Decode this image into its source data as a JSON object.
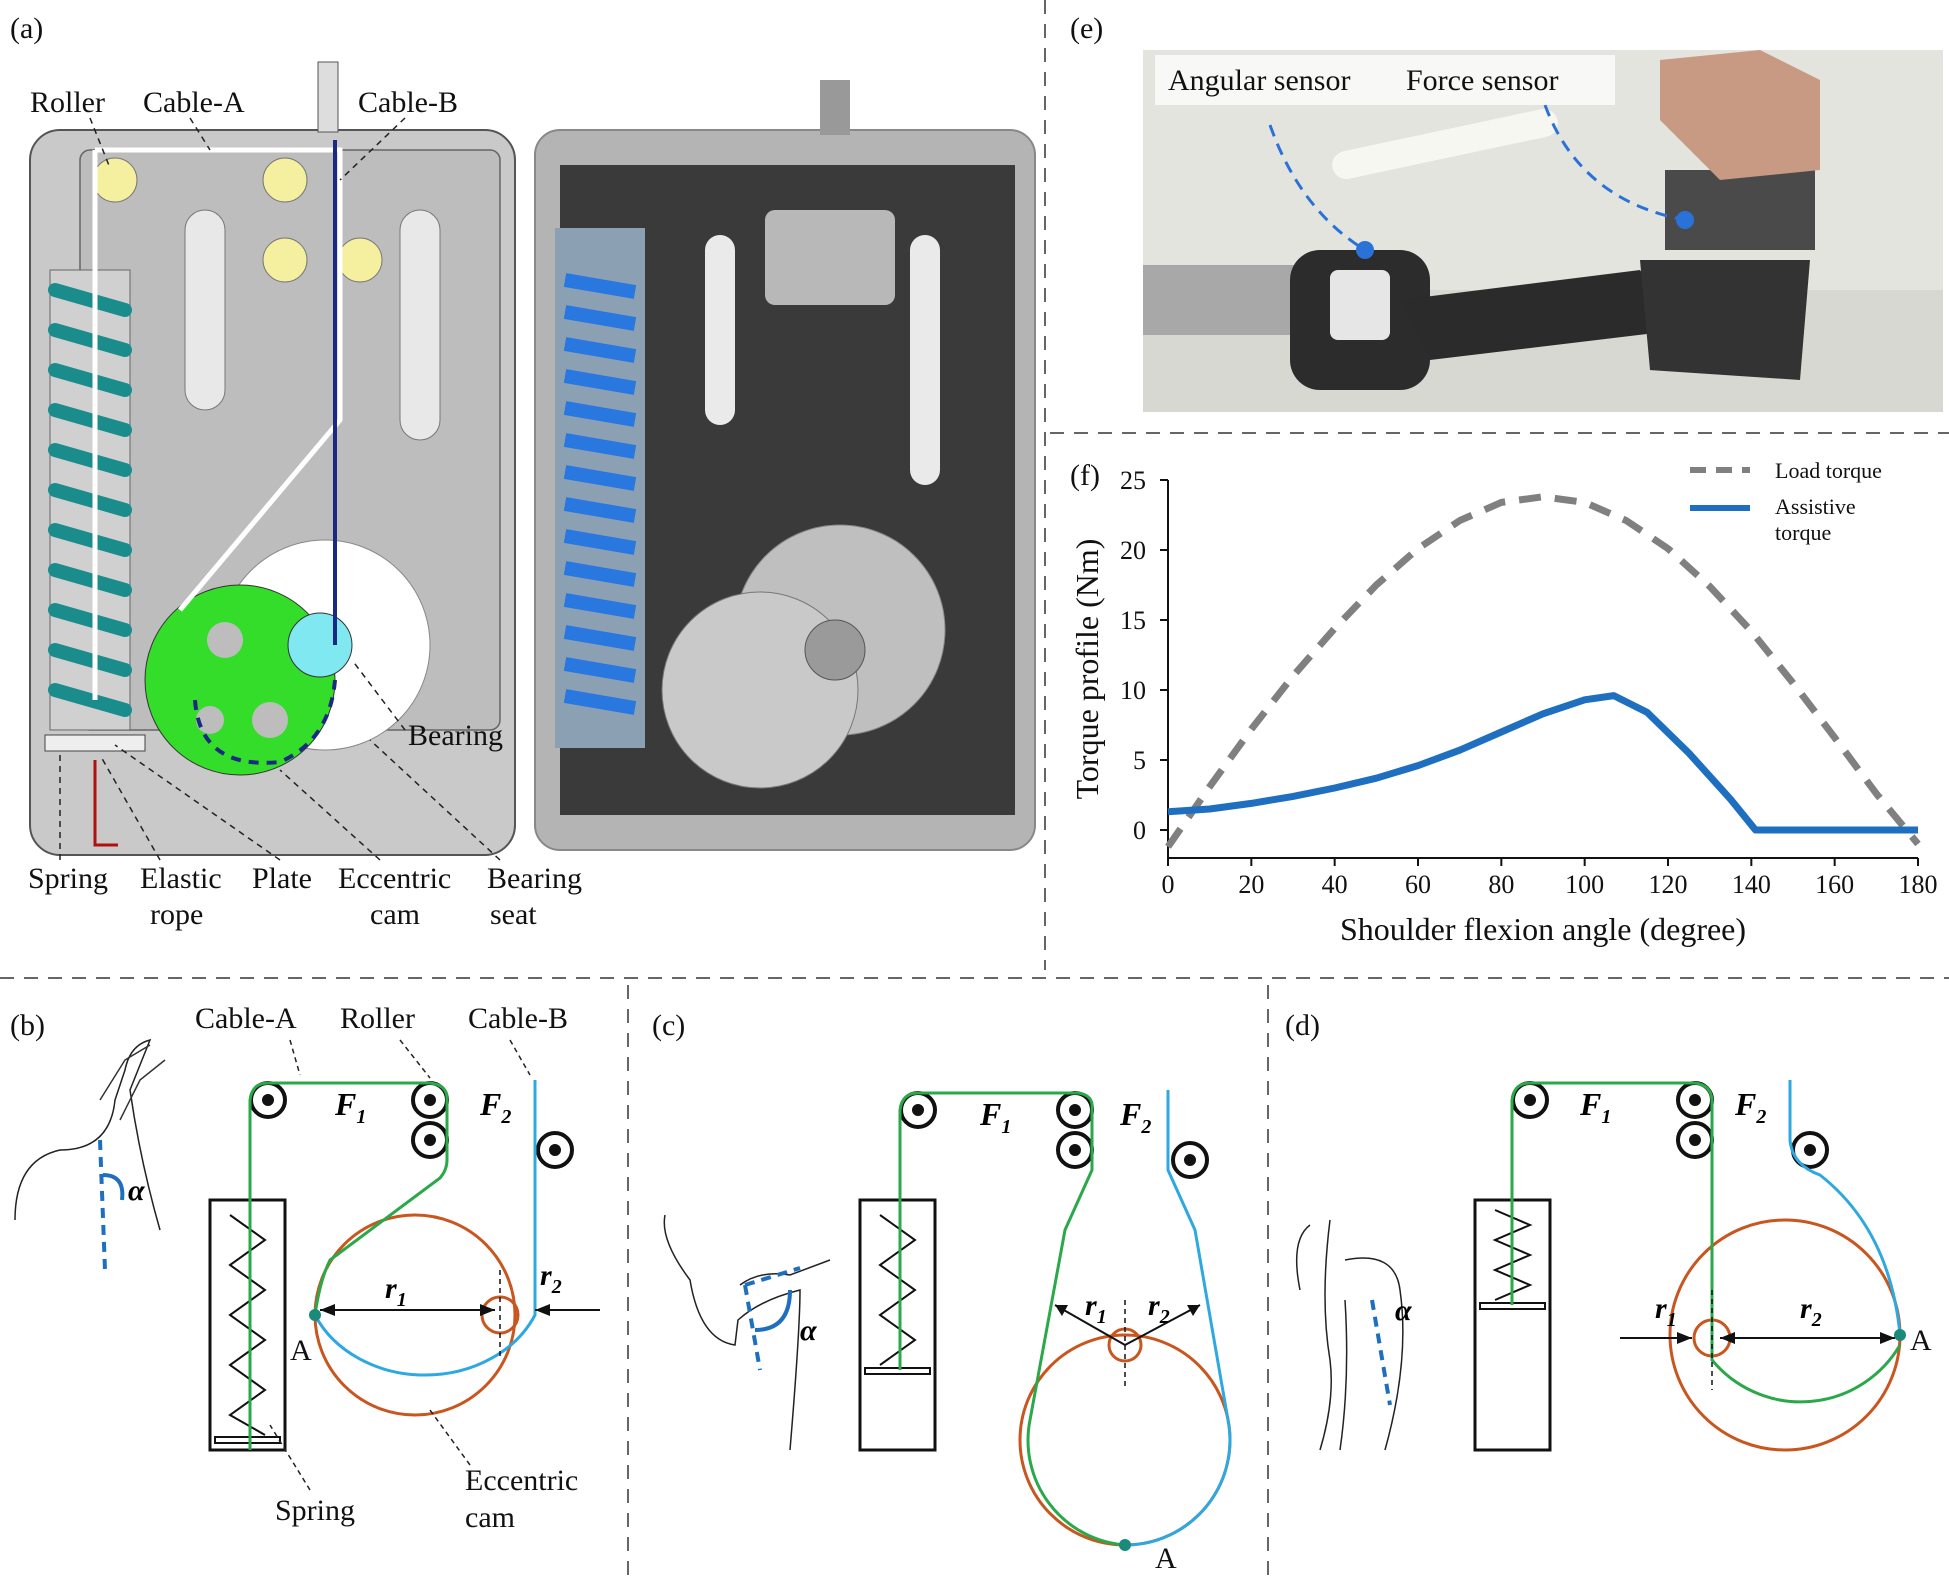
{
  "panels": {
    "a": "(a)",
    "b": "(b)",
    "c": "(c)",
    "d": "(d)",
    "e": "(e)",
    "f": "(f)"
  },
  "a_labels": {
    "roller": "Roller",
    "cable_a": "Cable-A",
    "cable_b": "Cable-B",
    "bearing": "Bearing",
    "spring": "Spring",
    "elastic": "Elastic",
    "rope": "rope",
    "plate": "Plate",
    "eccentric": "Eccentric",
    "cam": "cam",
    "bearing2": "Bearing",
    "seat": "seat"
  },
  "e_labels": {
    "angular": "Angular sensor",
    "force": "Force sensor"
  },
  "b_labels": {
    "cable_a": "Cable-A",
    "roller": "Roller",
    "cable_b": "Cable-B",
    "f1": "F",
    "f1_sub": "1",
    "f2": "F",
    "f2_sub": "2",
    "r1": "r",
    "r1_sub": "1",
    "r2": "r",
    "r2_sub": "2",
    "alpha": "α",
    "point_a": "A",
    "spring": "Spring",
    "eccentric": "Eccentric",
    "cam": "cam"
  },
  "colors": {
    "green_cable": "#2aa84a",
    "blue_cable": "#2ea8e0",
    "cam_orange": "#c8561e",
    "load_gray": "#808080",
    "assist_blue": "#1f6fc0"
  },
  "chart_data": {
    "type": "line",
    "xlabel": "Shoulder flexion angle (degree)",
    "ylabel": "Torque profile (Nm)",
    "xlim": [
      0,
      180
    ],
    "ylim": [
      -2,
      25
    ],
    "xticks": [
      0,
      20,
      40,
      60,
      80,
      100,
      120,
      140,
      160,
      180
    ],
    "yticks": [
      0,
      5,
      10,
      15,
      20,
      25
    ],
    "legend_position": "top-right",
    "series": [
      {
        "name": "Load torque",
        "style": "dashed",
        "x": [
          0,
          10,
          20,
          30,
          40,
          50,
          60,
          70,
          80,
          90,
          100,
          110,
          120,
          130,
          140,
          150,
          160,
          170,
          180
        ],
        "y": [
          -1.2,
          3.1,
          7.2,
          11.0,
          14.4,
          17.5,
          20.1,
          22.1,
          23.4,
          23.8,
          23.4,
          22.1,
          20.1,
          17.4,
          14.2,
          10.5,
          6.6,
          2.6,
          -1.0
        ]
      },
      {
        "name": "Assistive torque",
        "style": "solid",
        "x": [
          0,
          10,
          20,
          30,
          40,
          50,
          60,
          70,
          80,
          90,
          100,
          107,
          115,
          125,
          135,
          141,
          150,
          160,
          170,
          180
        ],
        "y": [
          1.3,
          1.5,
          1.9,
          2.4,
          3.0,
          3.7,
          4.6,
          5.7,
          7.0,
          8.3,
          9.3,
          9.6,
          8.4,
          5.5,
          2.2,
          0.0,
          0.0,
          0.0,
          0.0,
          0.0
        ]
      }
    ]
  }
}
